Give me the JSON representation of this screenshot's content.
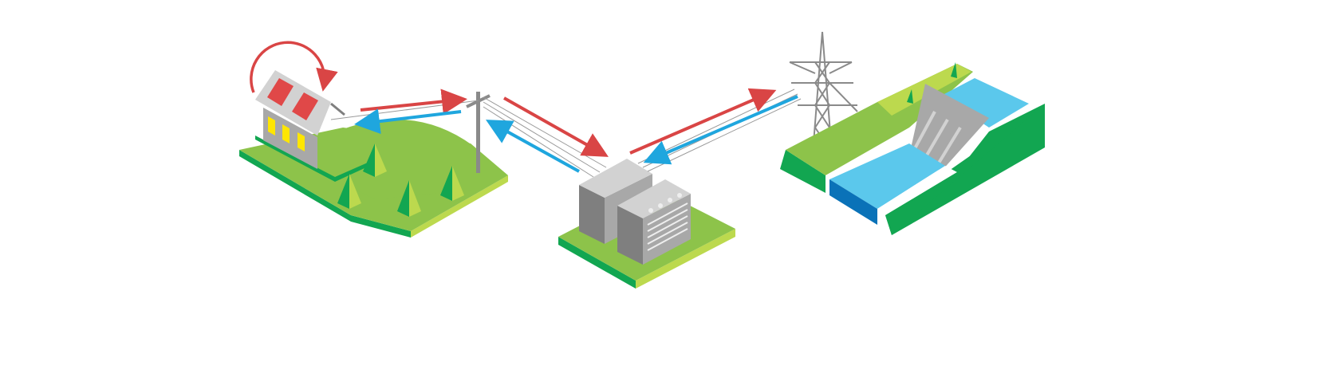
{
  "colors": {
    "grass_top": "#8dc34a",
    "grass_side": "#12a651",
    "grass_light": "#bcd94e",
    "building_light": "#d2d2d2",
    "building_dark": "#7f7f7f",
    "solar_panel": "#e04848",
    "window": "#ffe600",
    "arrow_red": "#d94545",
    "arrow_blue": "#1fa6de",
    "water": "#5bc8ec",
    "water_deep": "#0a72b8",
    "tower": "#8a8a8a"
  },
  "flows": [
    {
      "from": "house",
      "to": "pole",
      "color": "red"
    },
    {
      "from": "pole",
      "to": "house",
      "color": "blue"
    },
    {
      "from": "pole",
      "to": "substation",
      "color": "red"
    },
    {
      "from": "substation",
      "to": "pole",
      "color": "blue"
    },
    {
      "from": "substation",
      "to": "tower",
      "color": "red"
    },
    {
      "from": "tower",
      "to": "substation",
      "color": "blue"
    }
  ]
}
